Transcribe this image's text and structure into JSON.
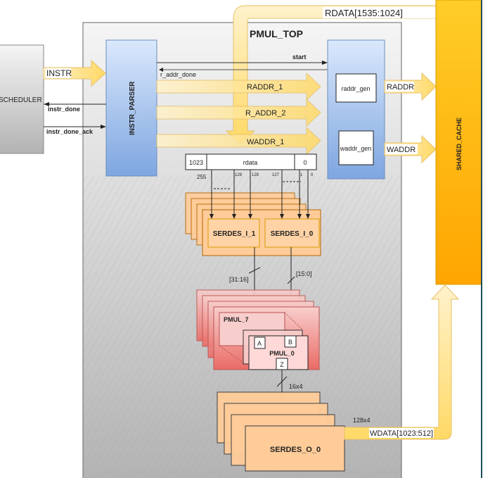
{
  "diagram": {
    "title": "PMUL_TOP",
    "blocks": {
      "scheduler": "SCHEDULER",
      "instr_parser": "INSTR_PARSER",
      "shared_cache": "SHARED_CACHE",
      "raddr_gen": "raddr_gen",
      "waddr_gen": "waddr_gen",
      "serdes_i_1": "SERDES_I_1",
      "serdes_i_0": "SERDES_I_0",
      "pmul_7": "PMUL_7",
      "pmul_0": "PMUL_0",
      "serdes_o_0": "SERDES_O_0"
    },
    "ports": {
      "a": "A",
      "b": "B",
      "z": "Z"
    },
    "buses": {
      "instr": "INSTR",
      "raddr_1": "RADDR_1",
      "r_addr_2": "R_ADDR_2",
      "waddr_1": "WADDR_1",
      "raddr": "RADDR",
      "waddr": "WADDR",
      "rdata_top": "RDATA[1535:1024]",
      "wdata": "WDATA[1023:512]"
    },
    "signals": {
      "start": "start",
      "r_addr_done": "r_addr_done",
      "instr_done": "instr_done",
      "instr_done_ack": "instr_done_ack"
    },
    "rdata_register": {
      "msb": "1023",
      "name": "rdata",
      "lsb": "0",
      "bit_labels": [
        "255",
        "129",
        "128",
        "127",
        "1",
        "0"
      ]
    },
    "bus_widths": {
      "serdes_i_1_out": "[31:16]",
      "serdes_i_0_out": "[15:0]",
      "pmul_out": "16x4",
      "serdes_o_out": "128x4"
    }
  },
  "colors": {
    "bus_yellow": "#ffd966",
    "cache_orange": "#ffae00",
    "parser_blue": "#7ea6e0",
    "serdes_orange": "#ffcc99",
    "pmul_red": "#ea6b66",
    "top_gray": "#c8c8c8"
  }
}
